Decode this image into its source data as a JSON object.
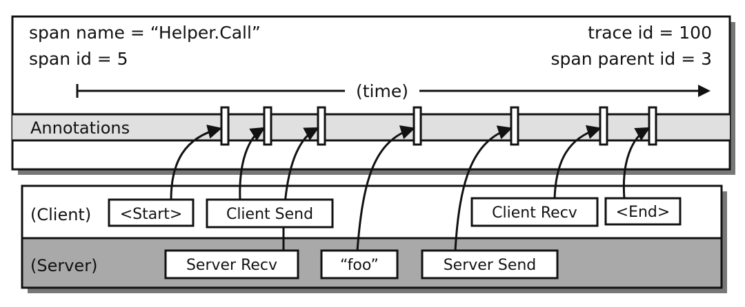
{
  "span": {
    "name_line": "span name  = “Helper.Call”",
    "id_line": "span id  = 5",
    "trace_line": "trace id  = 100",
    "parent_line": "span parent id  = 3"
  },
  "timeline": {
    "time_label": "(time)",
    "annotations_label": "Annotations"
  },
  "lanes": {
    "client_label": "(Client)",
    "server_label": "(Server)"
  },
  "events": {
    "start": "<Start>",
    "client_send": "Client Send",
    "server_recv": "Server Recv",
    "foo": "“foo”",
    "server_send": "Server Send",
    "client_recv": "Client Recv",
    "end": "<End>"
  },
  "colors": {
    "annotation_band": "#e0e0e0",
    "server_lane": "#a9a9a9",
    "shadow": "#777777",
    "stroke": "#111111"
  }
}
